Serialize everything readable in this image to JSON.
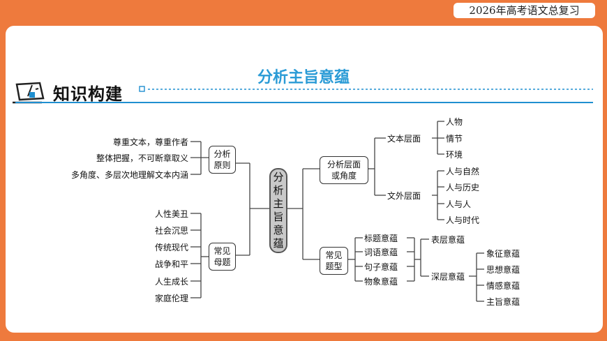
{
  "header": {
    "badge": "2026年高考语文总复习"
  },
  "title": "分析主旨意蕴",
  "section_title": "知识构建",
  "mindmap": {
    "center": [
      "分",
      "析",
      "主",
      "旨",
      "意",
      "蕴"
    ],
    "left": {
      "principle": {
        "line1": "分析",
        "line2": "原则",
        "items": [
          "尊重文本，尊重作者",
          "整体把握，不可断章取义",
          "多角度、多层次地理解文本内涵"
        ]
      },
      "motifs": {
        "line1": "常见",
        "line2": "母题",
        "items": [
          "人性美丑",
          "社会沉思",
          "传统现代",
          "战争和平",
          "人生成长",
          "家庭伦理"
        ]
      }
    },
    "right": {
      "levels": {
        "line1": "分析层面",
        "line2": "或角度",
        "text_level": {
          "label": "文本层面",
          "items": [
            "人物",
            "情节",
            "环境"
          ]
        },
        "outer_level": {
          "label": "文外层面",
          "items": [
            "人与自然",
            "人与历史",
            "人与人",
            "人与时代"
          ]
        }
      },
      "question_types": {
        "line1": "常见",
        "line2": "题型",
        "items": [
          "标题意蕴",
          "词语意蕴",
          "句子意蕴",
          "物象意蕴"
        ],
        "surface": "表层意蕴",
        "deep": {
          "label": "深层意蕴",
          "items": [
            "象征意蕴",
            "思想意蕴",
            "情感意蕴",
            "主旨意蕴"
          ]
        }
      }
    }
  },
  "colors": {
    "background": "#ee7a3d",
    "title": "#2a9bd6",
    "rule": "#1f8fd0"
  }
}
